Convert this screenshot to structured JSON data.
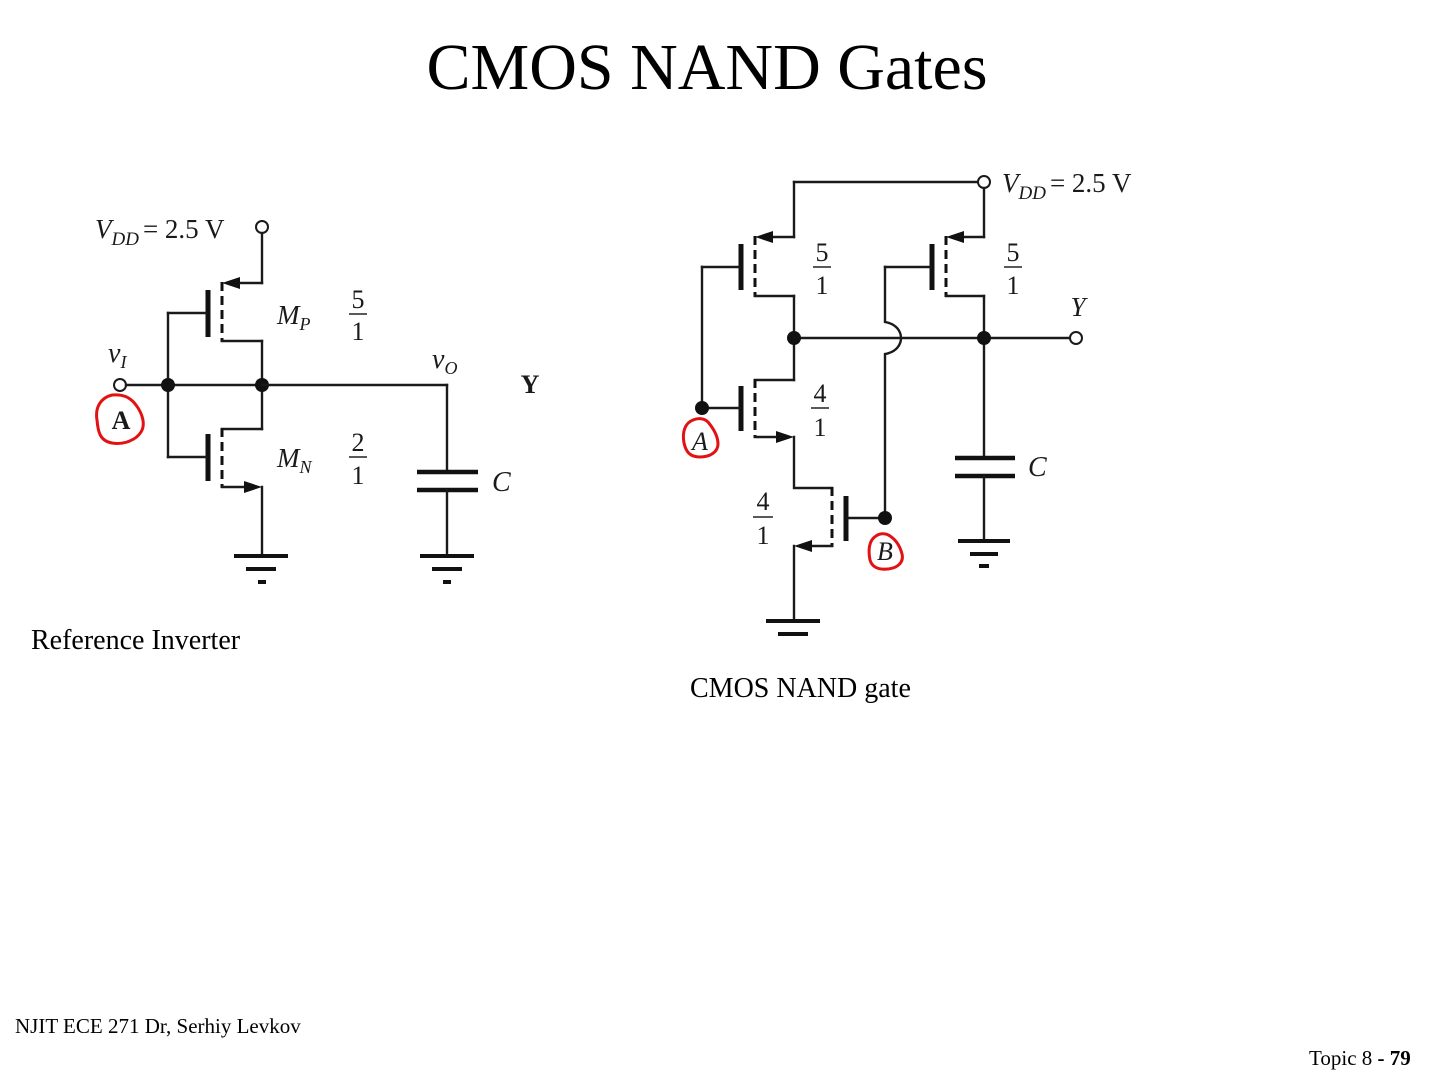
{
  "slide": {
    "title": "CMOS NAND Gates"
  },
  "inverter": {
    "caption": "Reference Inverter",
    "vdd_label_main": "V",
    "vdd_label_sub": "DD",
    "vdd_value": "= 2.5 V",
    "pmos_name": "M",
    "pmos_sub": "P",
    "pmos_ratio_num": "5",
    "pmos_ratio_den": "1",
    "nmos_name": "M",
    "nmos_sub": "N",
    "nmos_ratio_num": "2",
    "nmos_ratio_den": "1",
    "input_label": "v",
    "input_sub": "I",
    "output_label": "v",
    "output_sub": "O",
    "capacitor_label": "C",
    "annotation_input": "A",
    "annotation_output": "Y",
    "annotation_color": "#e21212"
  },
  "nand": {
    "caption": "CMOS NAND gate",
    "vdd_label_main": "V",
    "vdd_label_sub": "DD",
    "vdd_value": "= 2.5 V",
    "pmos_a_ratio_num": "5",
    "pmos_a_ratio_den": "1",
    "pmos_b_ratio_num": "5",
    "pmos_b_ratio_den": "1",
    "nmos_a_ratio_num": "4",
    "nmos_a_ratio_den": "1",
    "nmos_b_ratio_num": "4",
    "nmos_b_ratio_den": "1",
    "output_label": "Y",
    "input_a_label": "A",
    "input_b_label": "B",
    "capacitor_label": "C"
  },
  "footer": {
    "left": "NJIT ECE 271  Dr, Serhiy Levkov",
    "topic": "Topic 8 ",
    "page": "- 79"
  }
}
